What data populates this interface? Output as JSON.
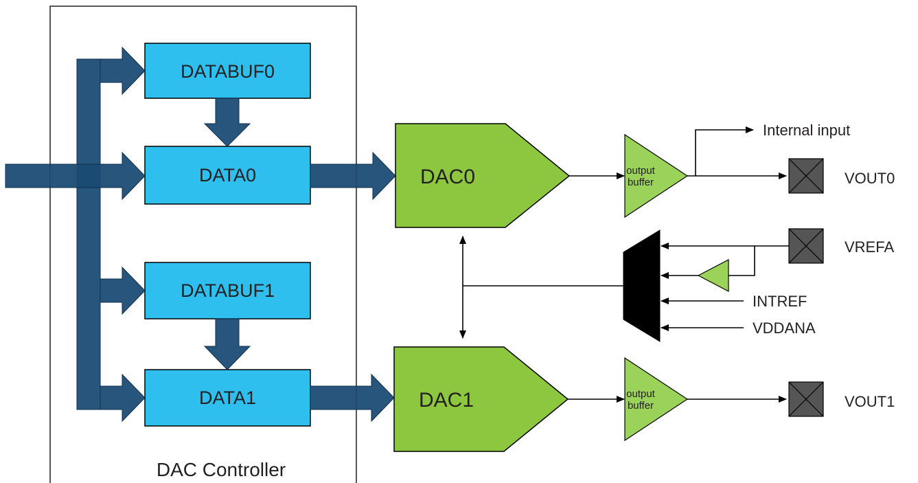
{
  "controller": {
    "label": "DAC Controller"
  },
  "registers": {
    "databuf0": "DATABUF0",
    "data0": "DATA0",
    "databuf1": "DATABUF1",
    "data1": "DATA1"
  },
  "dacs": {
    "dac0": "DAC0",
    "dac1": "DAC1"
  },
  "buffers": {
    "line1": "output",
    "line2": "buffer"
  },
  "signals": {
    "internal_input": "Internal input",
    "vout0": "VOUT0",
    "vout1": "VOUT1",
    "vrefa": "VREFA",
    "intref": "INTREF",
    "vddana": "VDDANA"
  },
  "colors": {
    "bus": "#1a4a73",
    "register": "#2fbfee",
    "dac": "#8dc63f",
    "buffer": "#9bd35a",
    "pin": "#555555",
    "mux": "#000000"
  }
}
